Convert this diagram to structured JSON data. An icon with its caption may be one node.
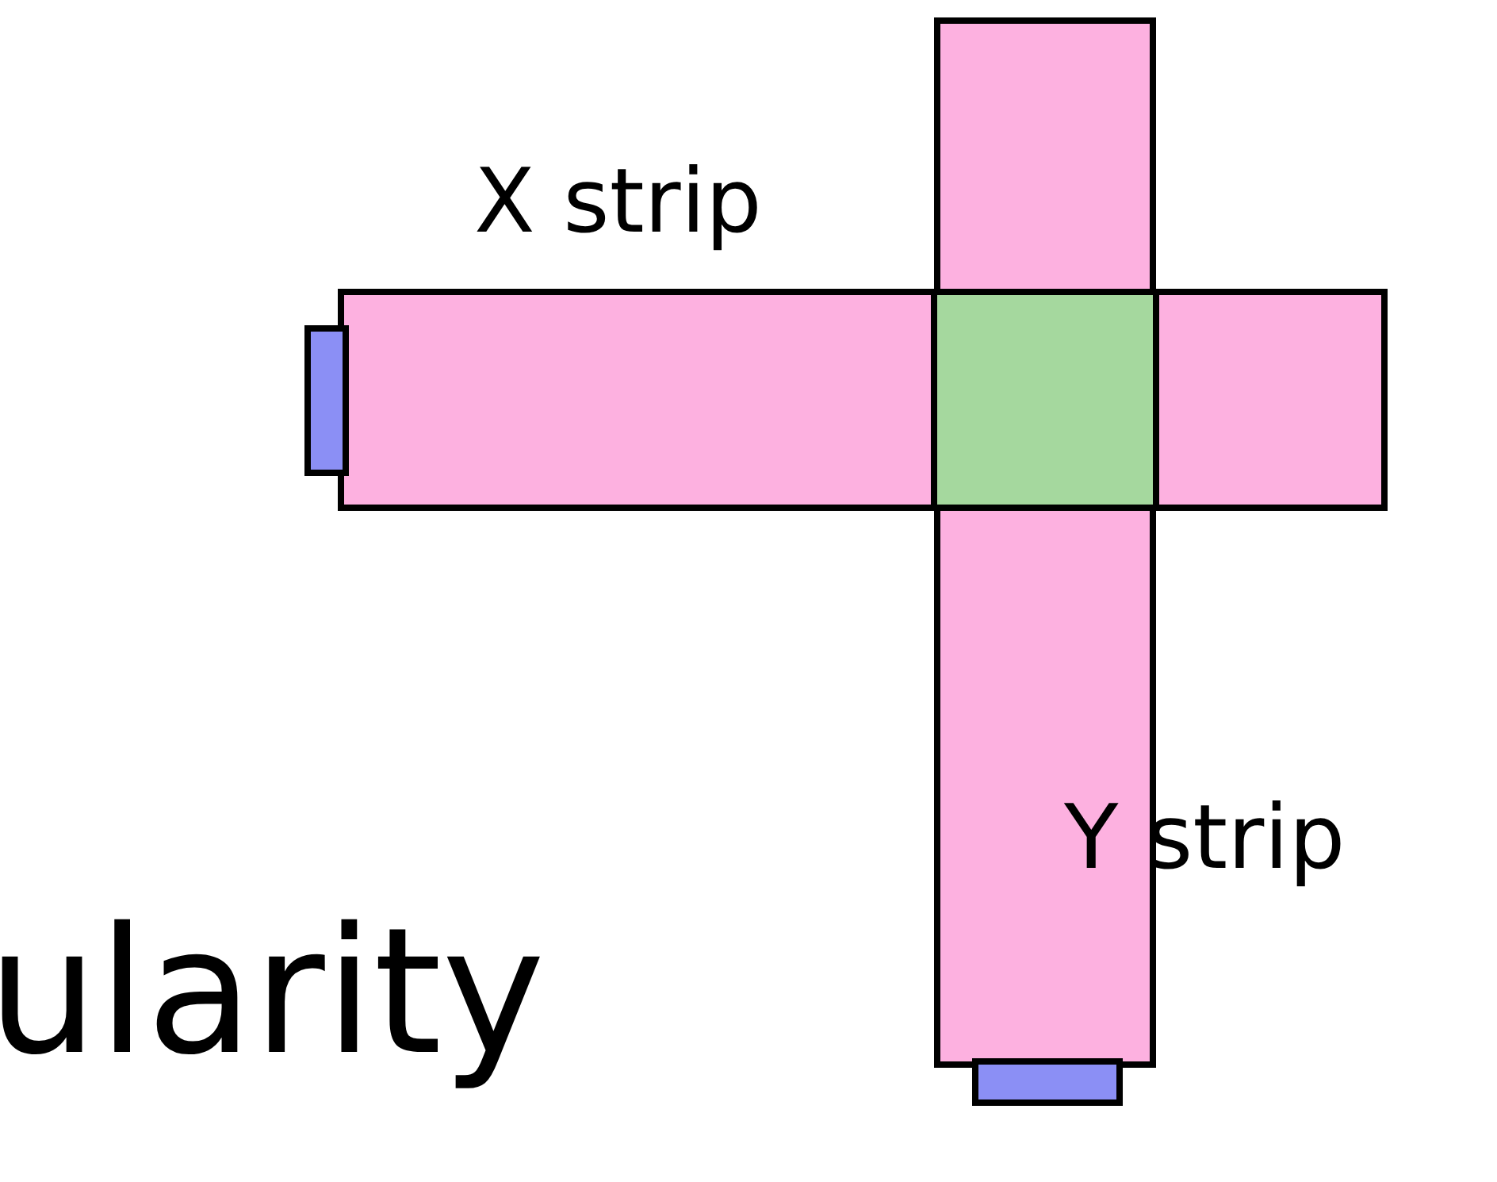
{
  "diagram": {
    "nodes": [
      {
        "text": [
          "X strip"
        ]
      },
      {
        "text": [
          "Y strip"
        ]
      },
      {
        "text": [],
        "shape": "box"
      },
      {
        "text": [],
        "shape": "box"
      },
      {
        "text": [],
        "shape": "box"
      }
    ],
    "labels": [
      "ularity"
    ]
  }
}
